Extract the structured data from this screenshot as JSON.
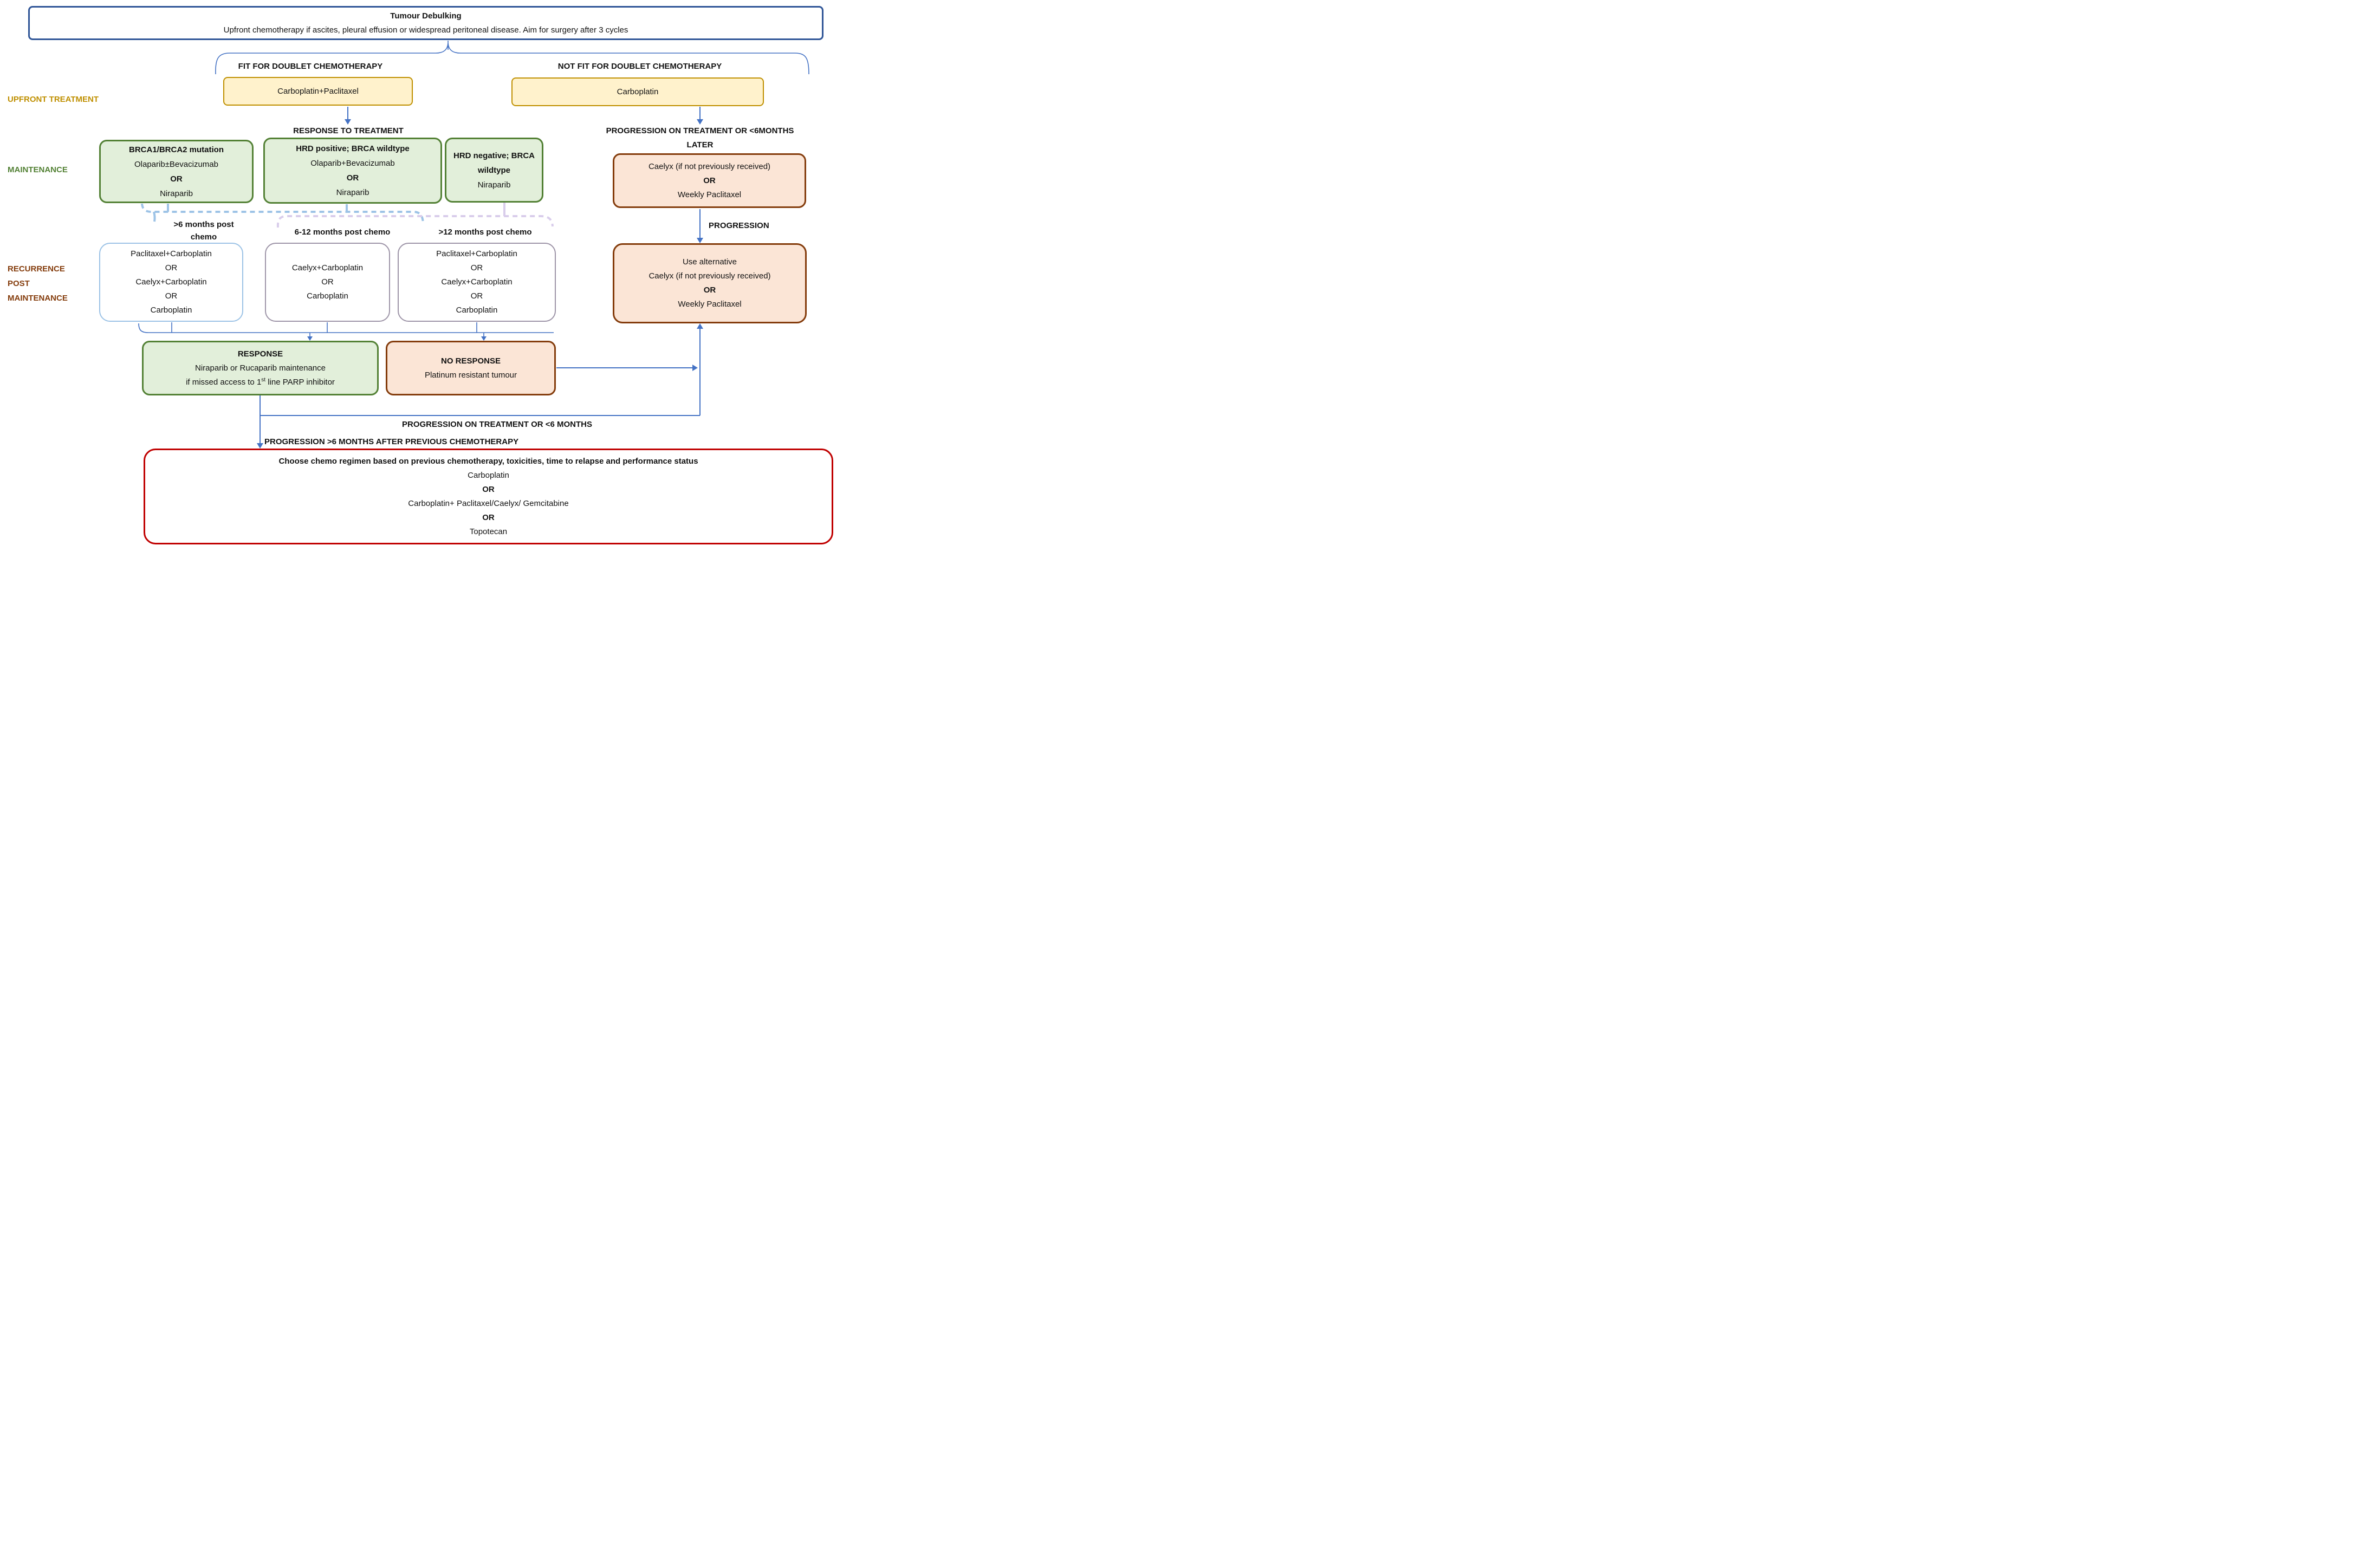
{
  "colors": {
    "connector_blue": "#4472C4",
    "frame_blue": "#2F5597",
    "yellow_fill": "#FFF2CC",
    "yellow_border": "#BF9000",
    "green_fill": "#E2EFDA",
    "green_border": "#538135",
    "orange_fill": "#FBE5D6",
    "orange_border": "#843C0C",
    "white_box_border_blue": "#9DC3E6",
    "white_box_border_gray": "#9E95A8",
    "red_border": "#C00000",
    "dashed_blue": "#9DC3E6",
    "dashed_purple": "#D9CDEB",
    "label_gold": "#BF8F00",
    "label_green": "#538135",
    "label_brown": "#843C0C"
  },
  "top_box": {
    "title": "Tumour Debulking",
    "subtitle": "Upfront chemotherapy if ascites, pleural effusion or widespread peritoneal disease.  Aim for surgery after 3 cycles"
  },
  "branch_labels": {
    "fit": "FIT FOR DOUBLET CHEMOTHERAPY",
    "not_fit": "NOT FIT FOR DOUBLET CHEMOTHERAPY"
  },
  "stage_labels": {
    "upfront": "UPFRONT TREATMENT",
    "maintenance": "MAINTENANCE",
    "recurrence": "RECURRENCE POST MAINTENANCE"
  },
  "upfront": {
    "fit_box": "Carboplatin+Paclitaxel",
    "not_fit_box": "Carboplatin"
  },
  "headers": {
    "response": "RESPONSE TO TREATMENT",
    "progression_line1": "PROGRESSION ON TREATMENT OR <6MONTHS",
    "progression_line2": "LATER"
  },
  "maintenance_boxes": {
    "brca": {
      "title": "BRCA1/BRCA2 mutation",
      "line1": "Olaparib±Bevacizumab",
      "or": "OR",
      "line2": "Niraparib"
    },
    "hrd_positive": {
      "title": "HRD positive; BRCA wildtype",
      "line1": "Olaparib+Bevacizumab",
      "or": "OR",
      "line2": "Niraparib"
    },
    "hrd_negative": {
      "title": "HRD negative; BRCA wildtype",
      "line1": "Niraparib"
    }
  },
  "caelyx_box": {
    "line1": "Caelyx (if not previously received)",
    "or": "OR",
    "line2": "Weekly Paclitaxel"
  },
  "progression_label": "PROGRESSION",
  "recurrence_timing": {
    "t1": ">6 months post chemo",
    "t2": "6-12 months post chemo",
    "t3": ">12 months post chemo"
  },
  "recurrence_boxes": {
    "box1": {
      "line1": "Paclitaxel+Carboplatin",
      "or1": "OR",
      "line2": "Caelyx+Carboplatin",
      "or2": "OR",
      "line3": "Carboplatin"
    },
    "box2": {
      "line1": "Caelyx+Carboplatin",
      "or1": "OR",
      "line2": "Carboplatin"
    },
    "box3": {
      "line1": "Paclitaxel+Carboplatin",
      "or1": "OR",
      "line2": "Caelyx+Carboplatin",
      "or2": "OR",
      "line3": "Carboplatin"
    }
  },
  "alternative_box": {
    "line1": "Use alternative",
    "line2": "Caelyx (if not previously received)",
    "or": "OR",
    "line3": "Weekly Paclitaxel"
  },
  "response_box": {
    "title": "RESPONSE",
    "line1": "Niraparib or Rucaparib maintenance",
    "line2_pre": "if missed access to 1",
    "line2_sup": "st",
    "line2_post": " line PARP inhibitor"
  },
  "no_response_box": {
    "title": "NO RESPONSE",
    "line1": "Platinum resistant tumour"
  },
  "path_labels": {
    "on_treatment": "PROGRESSION ON TREATMENT OR <6 MONTHS",
    "after_chemo": "PROGRESSION >6 MONTHS AFTER PREVIOUS CHEMOTHERAPY"
  },
  "final_box": {
    "title": "Choose chemo regimen based on previous chemotherapy, toxicities, time to relapse and performance status",
    "line1": "Carboplatin",
    "or1": "OR",
    "line2": "Carboplatin+ Paclitaxel/Caelyx/ Gemcitabine",
    "or2": "OR",
    "line3": "Topotecan"
  }
}
